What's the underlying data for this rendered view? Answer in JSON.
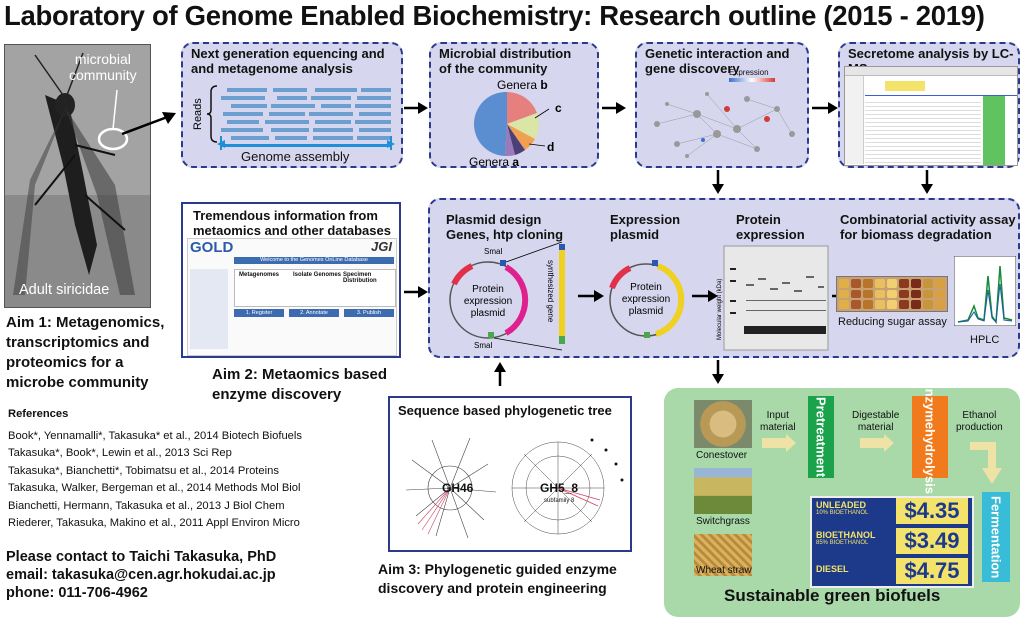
{
  "title": "Laboratory of Genome Enabled Biochemistry: Research outline (2015 - 2019)",
  "insect": {
    "label_top_1": "microbial",
    "label_top_2": "community",
    "label_bottom": "Adult siricidae"
  },
  "aim1": [
    "Aim 1: Metagenomics,",
    "transcriptomics and",
    "proteomics for a",
    "microbe community"
  ],
  "aim2": [
    "Aim 2: Metaomics based",
    "enzyme discovery"
  ],
  "aim3": [
    "Aim 3: Phylogenetic guided enzyme",
    "discovery and protein engineering"
  ],
  "box_ngs": {
    "title_1": "Next generation equencing and",
    "title_2": "and metagenome analysis",
    "reads_label": "Reads",
    "assembly_label": "Genome assembly"
  },
  "box_distribution": {
    "title_1": "Microbial distribution",
    "title_2": "of the community",
    "genera_b_prefix": "Genera ",
    "genera_b": "b",
    "genera_a_prefix": "Genera ",
    "genera_a": "a",
    "label_c": "c",
    "label_d": "d"
  },
  "box_genetic": {
    "title_1": "Genetic interaction and",
    "title_2": "gene discovery",
    "legend_label": "Expression"
  },
  "box_secretome": {
    "title": "Secretome analysis by LC-MS"
  },
  "box_databases": {
    "title_1": "Tremendous information from",
    "title_2": "metaomics and other databases",
    "logo_left": "GOLD",
    "logo_right": "JGI",
    "welcome": "Welcome to the Genomes OnLine Database",
    "col1": "Metagenomes",
    "col2": "Isolate Genomes",
    "col3": "Specimen Distribution",
    "step1": "1. Register",
    "step2": "2. Annotate",
    "step3": "3. Publish"
  },
  "box_pipeline": {
    "plasmid_title_1": "Plasmid design",
    "plasmid_title_2": "Genes, htp cloning",
    "expression_title_1": "Expression",
    "expression_title_2": "plasmid",
    "protein_title_1": "Protein",
    "protein_title_2": "expression",
    "assay_title_1": "Combinatorial activity assay",
    "assay_title_2": "for biomass degradation",
    "smai_top": "SmaI",
    "smai_bottom": "SmaI",
    "plasmid_text_1": "Protein",
    "plasmid_text_2": "expression",
    "plasmid_text_3": "plasmid",
    "synth_gene": "synthesized gene",
    "expr_text_1": "Protein",
    "expr_text_2": "expression",
    "expr_text_3": "plasmid",
    "reducing_sugar": "Reducing sugar assay",
    "hplc": "HPLC",
    "gel_axis": "Molecular weight (kDa)"
  },
  "box_tree": {
    "title": "Sequence based phylogenetic tree",
    "tree1": "GH46",
    "tree2": "GH5_8",
    "tree2_sub": "subfamily 8"
  },
  "references": {
    "heading": "References",
    "items": [
      "Book*, Yennamalli*, Takasuka* et al., 2014 Biotech Biofuels",
      "Takasuka*, Book*, Lewin et al., 2013 Sci Rep",
      "Takasuka*, Bianchetti*, Tobimatsu et al., 2014 Proteins",
      "Takasuka, Walker, Bergeman et al., 2014 Methods Mol Biol",
      "Bianchetti, Hermann, Takasuka et al., 2013 J Biol Chem",
      "Riederer, Takasuka, Makino et al., 2011 Appl Environ Micro"
    ]
  },
  "contact": {
    "line1": "Please contact to Taichi Takasuka, PhD",
    "line2": "email: takasuka@cen.agr.hokudai.ac.jp",
    "line3": "phone: 011-706-4962"
  },
  "biofuels": {
    "title": "Sustainable green biofuels",
    "crop1": "Conestover",
    "crop2": "Switchgrass",
    "crop3": "Wheat straw",
    "input_material_1": "Input",
    "input_material_2": "material",
    "digestable_1": "Digestable",
    "digestable_2": "material",
    "ethanol_1": "Ethanol",
    "ethanol_2": "production",
    "step_pretreatment": "Pretreatment",
    "step_enzyme_1": "Enzyme",
    "step_enzyme_2": "hydrolysis",
    "step_fermentation": "Fermentation",
    "sign_unleaded": "UNLEADED",
    "sign_unleaded_sub": "10% BIOETHANOL",
    "sign_price1": "$4.35",
    "sign_bioethanol": "BIOETHANOL",
    "sign_bioethanol_sub": "85% BIOETHANOL",
    "sign_price2": "$3.49",
    "sign_diesel": "DIESEL",
    "sign_price3": "$4.75"
  },
  "colors": {
    "box_fill": "#d6d6ee",
    "box_border": "#2b3a8a",
    "green_panel": "#a9d9a8",
    "pretreatment": "#1aa34a",
    "enzyme": "#f07a1c",
    "fermentation": "#38bcd8",
    "arrow_light": "#efe2a6"
  }
}
